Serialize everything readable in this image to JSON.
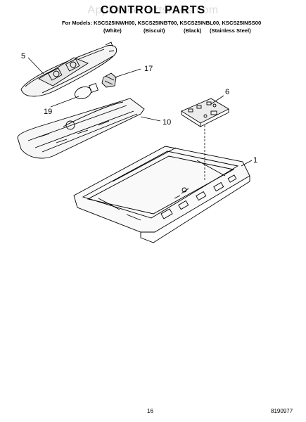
{
  "header": {
    "title": "CONTROL PARTS",
    "watermark": "AppliancePartsPros.com",
    "models_line": "For Models: KSCS25INWH00, KSCS25INBT00, KSCS25INBL00, KSCS25INSS00",
    "colors": [
      "(White)",
      "(Biscuit)",
      "(Black)",
      "(Stainless Steel)"
    ]
  },
  "callouts": [
    "5",
    "17",
    "19",
    "10",
    "6",
    "1"
  ],
  "footer": {
    "page_number": "16",
    "document_number": "8190977"
  }
}
